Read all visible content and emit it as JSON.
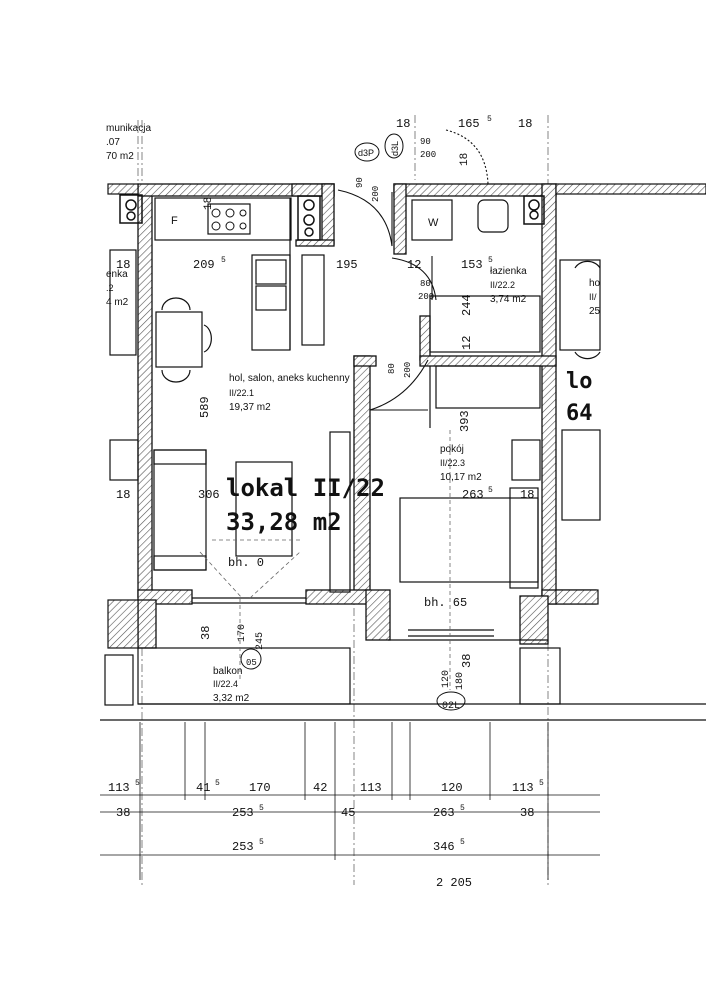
{
  "unit": {
    "title": "lokal II/22",
    "area": "33,28 m2"
  },
  "rooms": {
    "living": {
      "name": "hol, salon, aneks kuchenny",
      "code": "II/22.1",
      "area": "19,37 m2"
    },
    "bathroom": {
      "name": "łazienka",
      "code": "II/22.2",
      "area": "3,74 m2"
    },
    "bedroom": {
      "name": "pokój",
      "code": "II/22.3",
      "area": "10,17 m2"
    },
    "balcony": {
      "name": "balkon",
      "code": "II/22.4",
      "area": "3,32 m2"
    }
  },
  "neighbors": {
    "corridor": {
      "name": "munikacja",
      "code": ".07",
      "area": "70 m2"
    },
    "left_bath": {
      "name": "enka",
      "code": ".2",
      "area": "4 m2"
    },
    "right_room": {
      "name": "ho",
      "code": "II/",
      "area": "25"
    },
    "right_unit": {
      "line1": "lo",
      "line2": "64"
    }
  },
  "appliances": {
    "fridge": "F",
    "washer": "W"
  },
  "windows": {
    "living_sill": "bh. 0",
    "bedroom_sill": "bh. 65"
  },
  "doors": {
    "entry": {
      "tag": "d3P",
      "width": "90",
      "height": "200"
    },
    "bath_door_tag": "d3L",
    "bath": {
      "width": "80",
      "height": "200"
    },
    "bedroom": {
      "width": "80",
      "height": "200"
    }
  },
  "balcony_door": {
    "tag": "05",
    "width": "170",
    "height": "245"
  },
  "bedroom_window": {
    "tag": "02L",
    "width": "120",
    "height": "180"
  },
  "dimensions": {
    "top": [
      "18",
      "165",
      "5",
      "18"
    ],
    "living_width": "209",
    "living_width_sup": "5",
    "kitchen_dim": "195",
    "wall_12a": "12",
    "bath_width": "153",
    "bath_width_sup": "5",
    "kitchen_depth": "18",
    "bath_244": "244",
    "bath_12": "12",
    "living_589": "589",
    "bedroom_393": "393",
    "left_18": "18",
    "width_306": "306",
    "bedroom_263": "263",
    "bedroom_263_sup": "5",
    "right_18": "18",
    "balcony_38": "38",
    "bedroom_38": "38",
    "small_18a": "18",
    "row1": [
      "113",
      "41",
      "170",
      "42",
      "113",
      "120",
      "113"
    ],
    "row1_sup": [
      "5",
      "5",
      "",
      "",
      "",
      "",
      "5"
    ],
    "row2": [
      "38",
      "253",
      "45",
      "263",
      "38"
    ],
    "row2_sup": [
      "",
      "5",
      "",
      "5",
      ""
    ],
    "row3": [
      "253",
      "346"
    ],
    "row3_sup": [
      "5",
      "5"
    ],
    "row4": "2 205"
  }
}
